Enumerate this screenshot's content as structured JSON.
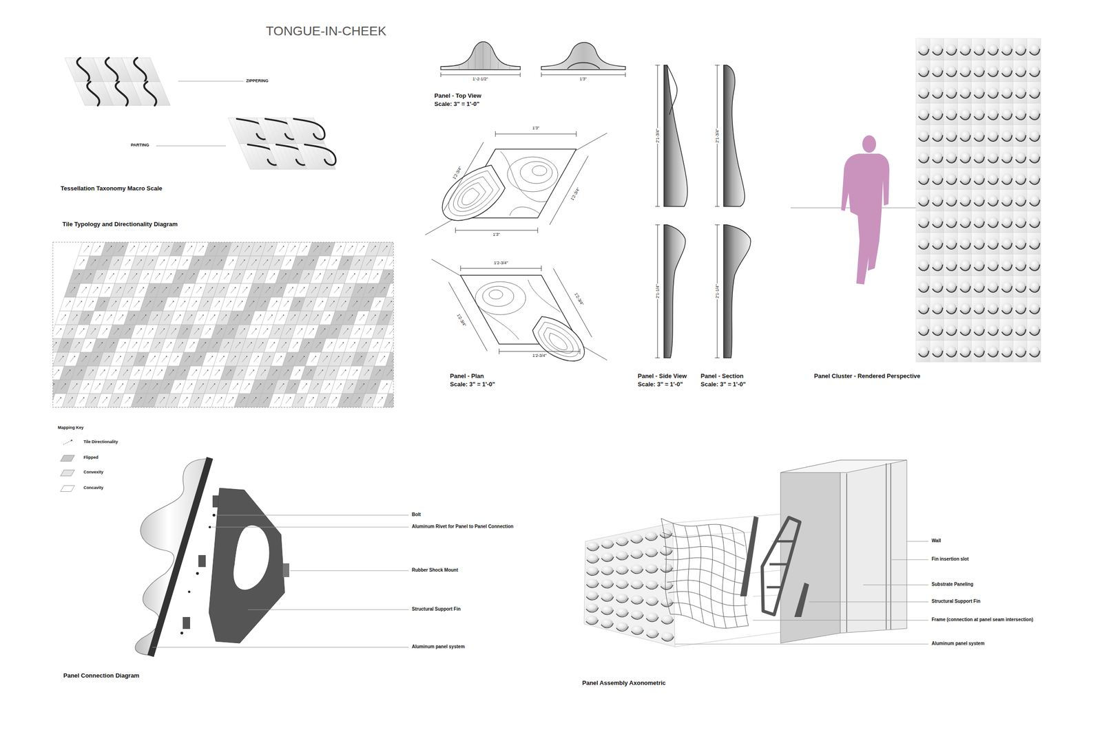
{
  "diagram": {
    "title": "TONGUE-IN-CHEEK",
    "labels": [
      "ZIPPERING",
      "PARTING",
      "Tessellation Taxonomy Macro Scale",
      "Tile Typology and Directionality Diagram",
      "Mapping Key",
      "1'-2-1/2\"",
      "1'3\"",
      "Panel - Top View",
      "Scale: 3\" = 1'-0\"",
      "1'3\"",
      "1'2-3/4\"",
      "1'2-3/4\"",
      "1'3\"",
      "1'2-3/4\"",
      "1'2-3/4\"",
      "1'2-3/4\"",
      "1'2-3/4\"",
      "Panel - Plan",
      "Scale: 3\" = 1'-0\"",
      "2'1-3/4\"",
      "2'1-3/4\"",
      "2'1-1/4\"",
      "2'1-1/4\"",
      "Panel - Side View",
      "Scale: 3\" = 1'-0\"",
      "Panel - Section",
      "Scale: 3\" = 1'-0\"",
      "Panel Cluster - Rendered Perspective",
      "Bolt",
      "Aluminum Rivet for Panel to Panel Connection",
      "Rubber Shock Mount",
      "Structural Support Fin",
      "Aluminum panel system",
      "Panel Connection Diagram",
      "Wall",
      "Fin insertion slot",
      "Substrate Paneling",
      "Structural Support Fin",
      "Frame (connection at panel seam intersection)",
      "Aluminum panel system",
      "Panel Assembly Axonometric"
    ],
    "legend": [
      {
        "text": "Tile Directionality"
      },
      {
        "text": "Flipped",
        "color": "#c8c8c8"
      },
      {
        "text": "Convexity",
        "color": "#e4e4e4"
      },
      {
        "text": "Concavity",
        "color": "#ffffff"
      }
    ]
  }
}
